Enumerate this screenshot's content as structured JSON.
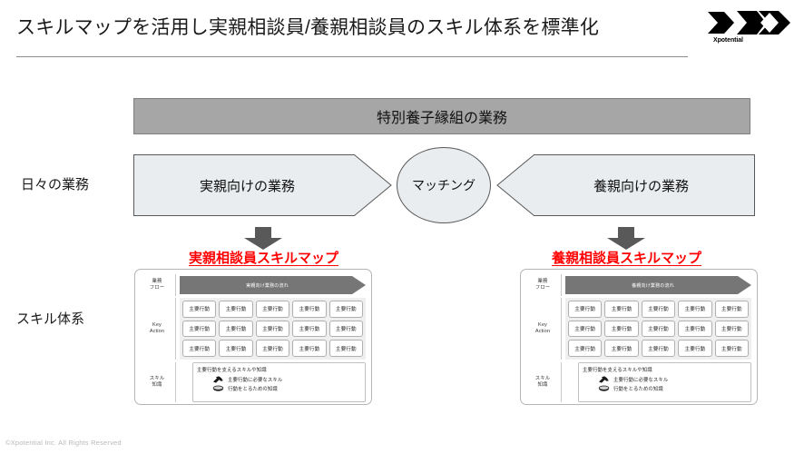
{
  "header": {
    "title": "スキルマップを活用し実親相談員/養親相談員のスキル体系を標準化",
    "logo_name": "Xpotential",
    "logo_wordmark": "Xpotential"
  },
  "row_labels": {
    "daily": "日々の業務",
    "skills": "スキル体系"
  },
  "top_banner": {
    "label": "特別養子縁組の業務"
  },
  "flow": {
    "left_chevron": "実親向けの業務",
    "matching": "マッチング",
    "right_chevron": "養親向けの業務"
  },
  "map_headings": {
    "left": "実親相談員スキルマップ",
    "right": "養親相談員スキルマップ"
  },
  "skillmap_common": {
    "flow_label_line1": "業務",
    "flow_label_line2": "フロー",
    "keyaction_label_line1": "Key",
    "keyaction_label_line2": "Action",
    "skill_label_line1": "スキル",
    "skill_label_line2": "知識",
    "action_cell": "主要行動",
    "skill_box_title": "主要行動を支えるスキルや知識",
    "skill_item_1": "主要行動に必要なスキル",
    "skill_item_2": "行動をとるための知識",
    "rows": 3,
    "cols": 5
  },
  "skillmap_left": {
    "flow_arrow_text": "実親向け業務の流れ"
  },
  "skillmap_right": {
    "flow_arrow_text": "養親向け業務の流れ"
  },
  "footer": {
    "copyright": "©Xpotential Inc. All Rights Reserved"
  },
  "colors": {
    "accent_red": "#ff0000",
    "banner_gray": "#a6a6a6",
    "chevron_fill": "#e9edf0",
    "flow_arrow_gray": "#767676",
    "rule_gray": "#8c8c8c",
    "footer_gray": "#b9b9b9"
  }
}
